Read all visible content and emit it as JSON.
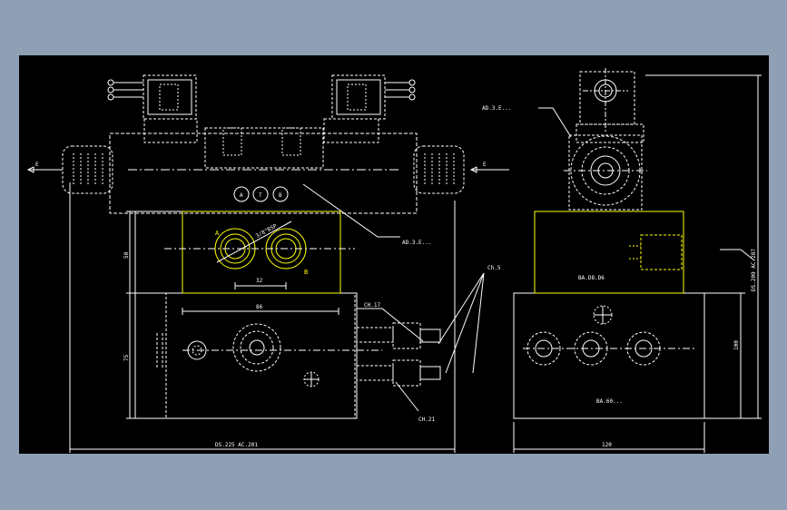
{
  "colors": {
    "background": "#8f9fb4",
    "canvas": "#000000",
    "line": "#ffffff",
    "highlight": "#ffff00"
  },
  "labels": {
    "port_e_left": "E",
    "port_e_right": "E",
    "port_a_circle": "A",
    "port_t_circle": "T",
    "port_b_circle": "B",
    "port_a_yellow": "A",
    "port_b_yellow": "B",
    "thread_spec": "3/8\"BSP",
    "callout_ad_front": "AD.3.E...",
    "callout_ad_side": "AD.3.E...",
    "callout_ch5": "Ch.5",
    "callout_ch17": "CH.17",
    "callout_ch21": "CH.21",
    "callout_ba_top": "BA.D8.D6",
    "callout_ba_bottom": "BA.60..."
  },
  "dimensions": {
    "dim_50": "50",
    "dim_32": "32",
    "dim_86": "86",
    "dim_75": "75",
    "dim_overall_width": "DS.225 AC.201",
    "dim_120": "120",
    "dim_100": "100",
    "dim_overall_height": "DS.209 AC.287"
  }
}
